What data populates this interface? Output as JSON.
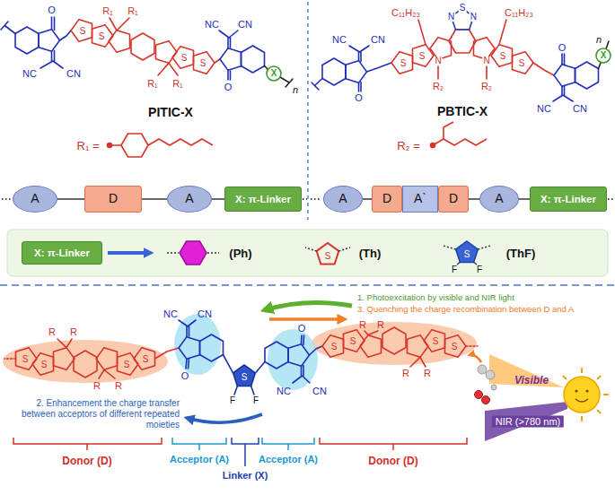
{
  "diagram": {
    "nodes": [
      {
        "text": [
          "A"
        ]
      },
      {
        "text": [
          "D"
        ]
      },
      {
        "text": [
          "A"
        ]
      },
      {
        "text": [
          "X: π-Linker"
        ]
      },
      {
        "text": [
          "A"
        ]
      },
      {
        "text": [
          "D"
        ]
      },
      {
        "text": [
          "A`"
        ]
      },
      {
        "text": [
          "D"
        ]
      },
      {
        "text": [
          "A"
        ]
      },
      {
        "text": [
          "X: π-Linker"
        ]
      },
      {
        "text": [
          "X: π-Linker"
        ]
      }
    ],
    "edges": [
      {
        "from": 0,
        "to": 1,
        "arrow": "none"
      },
      {
        "from": 1,
        "to": 2,
        "arrow": "none"
      },
      {
        "from": 2,
        "to": 3,
        "arrow": "none"
      },
      {
        "from": 4,
        "to": 5,
        "arrow": "none"
      },
      {
        "from": 7,
        "to": 8,
        "arrow": "none"
      },
      {
        "from": 8,
        "to": 9,
        "arrow": "none"
      }
    ],
    "labels": [
      "NC",
      "CN",
      "O",
      "R₁",
      "R₁",
      "S",
      "S",
      "S",
      "S",
      "R₁",
      "R₁",
      "NC",
      "CN",
      "O",
      "X",
      "n",
      "PITIC-X",
      "R₁ =",
      "C₁₁H₂₃",
      "S",
      "N",
      "N",
      "C₁₁H₂₃",
      "NC",
      "CN",
      "O",
      "S",
      "S",
      "N",
      "N",
      "S",
      "S",
      "R₂",
      "R₂",
      "O",
      "NC",
      "CN",
      "X",
      "n",
      "PBTIC-X",
      "R₂ =",
      "(Ph)",
      "S",
      "(Th)",
      "S",
      "F",
      "F",
      "(ThF)",
      "1. Photoexcitation by visible and NIR light",
      "3. Quenching the charge recombination between D and A",
      "R",
      "R",
      "S",
      "S",
      "S",
      "S",
      "R",
      "R",
      "NC",
      "CN",
      "O",
      "S",
      "F",
      "F",
      "O",
      "NC",
      "CN",
      "R",
      "R",
      "S",
      "S",
      "S",
      "S",
      "R",
      "R",
      "2. Enhancement the charge transfer between acceptors of different repeated moieties",
      "Visible",
      "NIR (>780 nm)",
      "Donor (D)",
      "Acceptor (A)",
      "Linker (X)",
      "Acceptor (A)",
      "Donor (D)"
    ]
  }
}
